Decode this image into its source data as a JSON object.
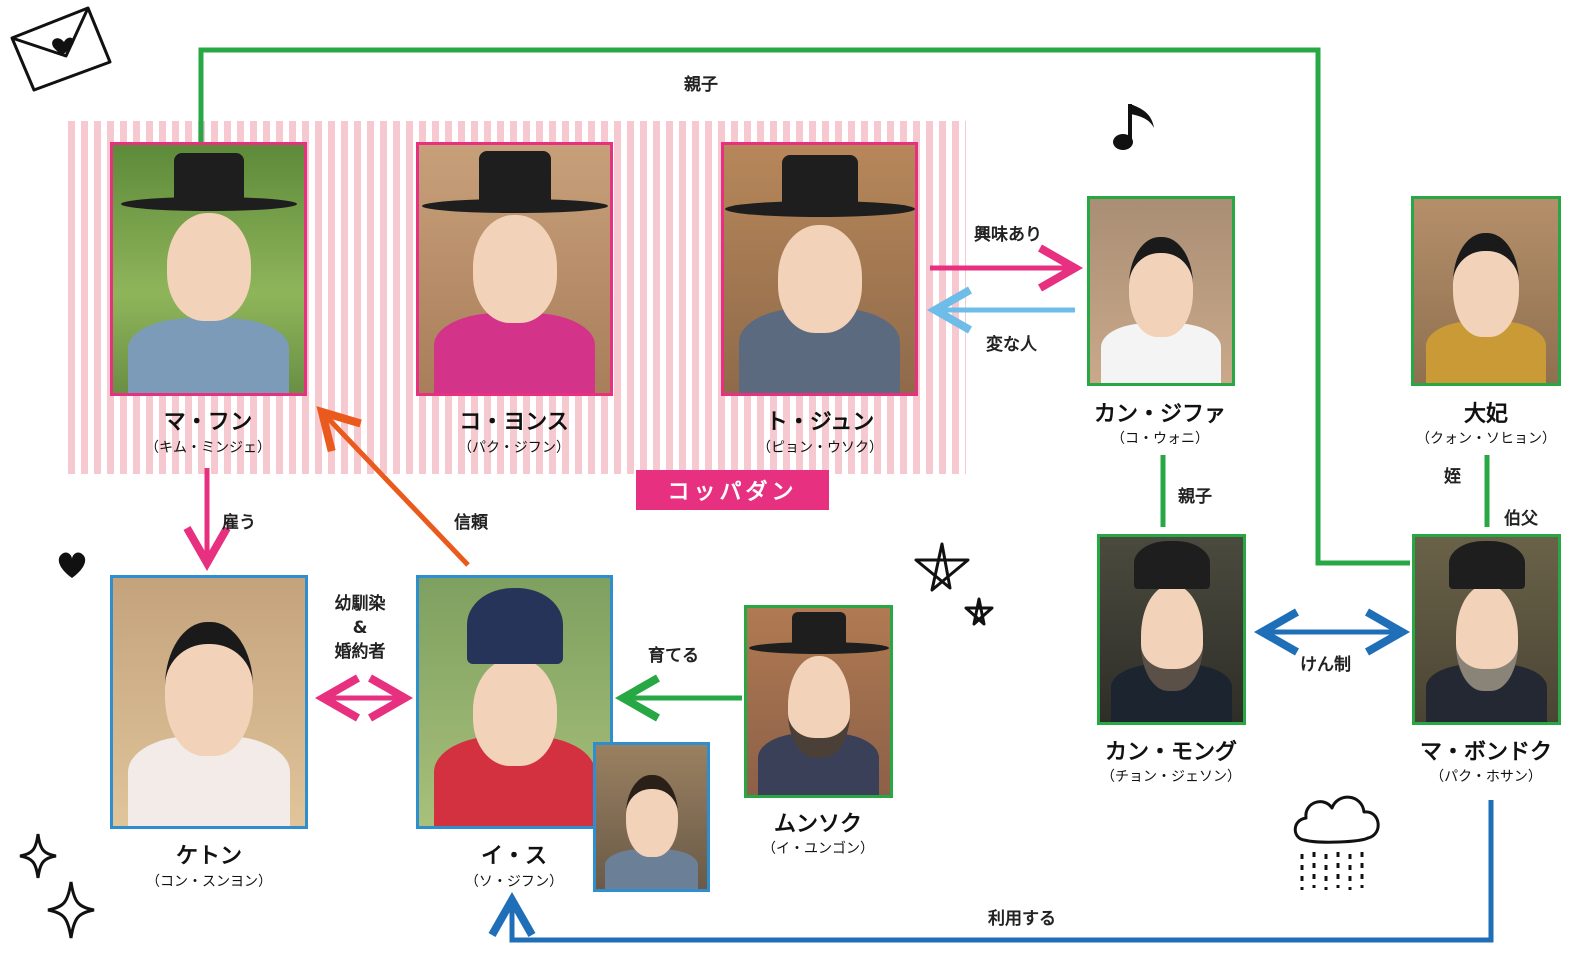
{
  "group": {
    "label": "コッパダン"
  },
  "characters": {
    "ma_hun": {
      "name": "マ・フン",
      "actor": "（キム・ミンジェ）"
    },
    "ko_yeonsu": {
      "name": "コ・ヨンス",
      "actor": "（パク・ジフン）"
    },
    "to_jun": {
      "name": "ト・ジュン",
      "actor": "（ピョン・ウソク）"
    },
    "kang_jihwa": {
      "name": "カン・ジファ",
      "actor": "（コ・ウォニ）"
    },
    "daebi": {
      "name": "大妃",
      "actor": "（クォン・ソヒョン）"
    },
    "ketton": {
      "name": "ケトン",
      "actor": "（コン・スンヨン）"
    },
    "i_su": {
      "name": "イ・ス",
      "actor": "（ソ・ジフン）"
    },
    "munseok": {
      "name": "ムンソク",
      "actor": "（イ・ユンゴン）"
    },
    "kang_mongu": {
      "name": "カン・モング",
      "actor": "（チョン・ジェソン）"
    },
    "ma_bongdeok": {
      "name": "マ・ボンドク",
      "actor": "（パク・ホサン）"
    }
  },
  "relations": {
    "top_parent": "親子",
    "interest": "興味あり",
    "strange": "変な人",
    "jihwa_parent": "親子",
    "niece": "姪",
    "uncle": "伯父",
    "hire": "雇う",
    "trust": "信頼",
    "childhood_line1": "幼馴染",
    "childhood_line2": "&",
    "childhood_line3": "婚約者",
    "raise": "育てる",
    "rival": "けん制",
    "use": "利用する"
  },
  "colors": {
    "green": "#27a844",
    "pink": "#e7307f",
    "blue": "#1f6fb8",
    "lightblue": "#6dbde8",
    "orange": "#ea5a1d"
  }
}
